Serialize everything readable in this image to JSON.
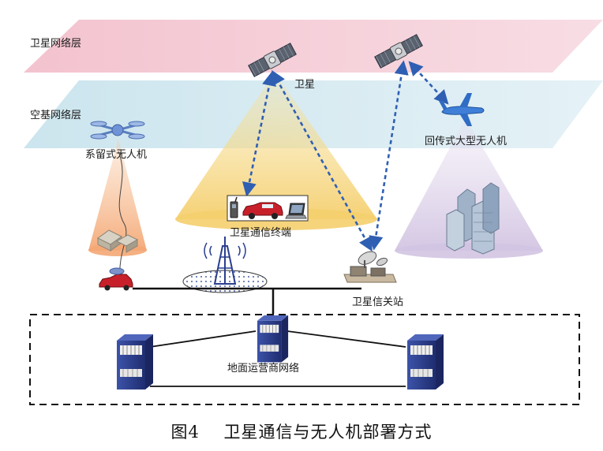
{
  "layers": {
    "satellite_layer": "卫星网络层",
    "air_layer": "空基网络层"
  },
  "labels": {
    "satellite": "卫星",
    "tethered_uav": "系留式无人机",
    "large_uav": "回传式大型无人机",
    "terminal": "卫星通信终端",
    "gateway": "卫星信关站",
    "ground_network": "地面运营商网络"
  },
  "caption": {
    "figure": "图4",
    "title": "卫星通信与无人机部署方式"
  },
  "colors": {
    "satellite_band": "#f4c9d2",
    "air_band": "#cfe6ef",
    "cone_yellow": "#f7dc8a",
    "cone_orange": "#f6b58a",
    "cone_lavender": "#d9cde6",
    "link_blue": "#2f5fb3",
    "server_blue": "#2c3f8f"
  }
}
